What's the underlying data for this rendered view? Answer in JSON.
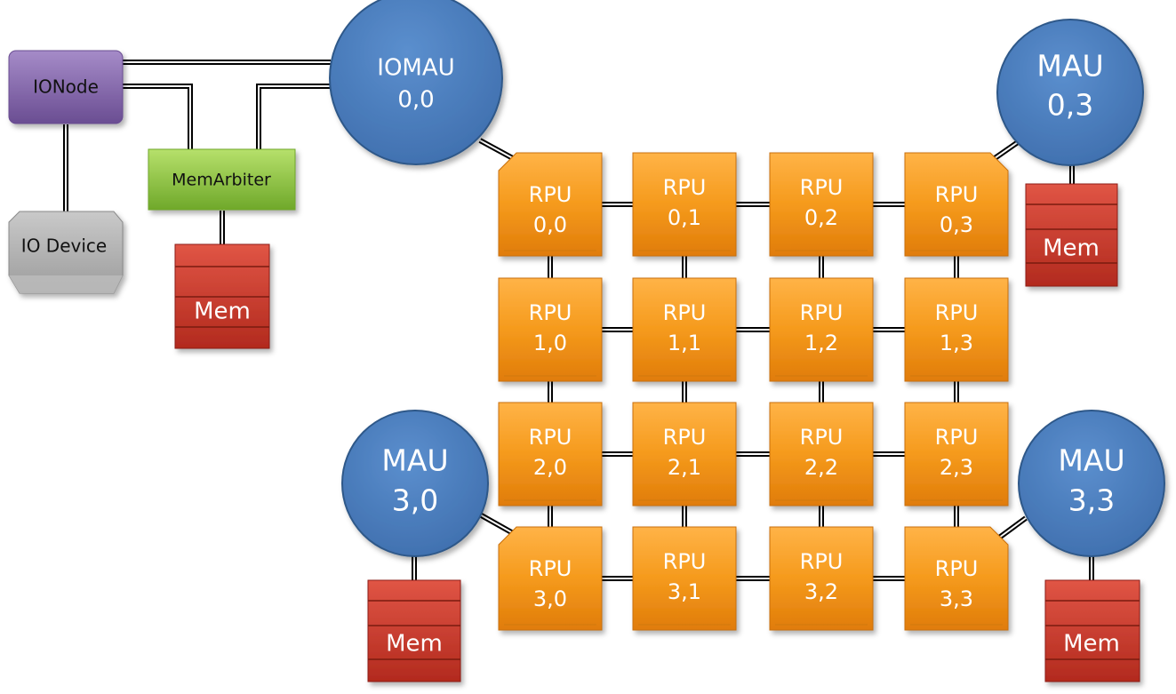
{
  "ionode": {
    "label": "IONode"
  },
  "io_device": {
    "label": "IO Device"
  },
  "mem_arbiter": {
    "label": "MemArbiter"
  },
  "iomau": {
    "line1": "IOMAU",
    "line2": "0,0"
  },
  "maus": [
    {
      "line1": "MAU",
      "line2": "0,3"
    },
    {
      "line1": "MAU",
      "line2": "3,0"
    },
    {
      "line1": "MAU",
      "line2": "3,3"
    }
  ],
  "mems": [
    {
      "label": "Mem"
    },
    {
      "label": "Mem"
    },
    {
      "label": "Mem"
    },
    {
      "label": "Mem"
    }
  ],
  "rpus": [
    {
      "line1": "RPU",
      "line2": "0,0"
    },
    {
      "line1": "RPU",
      "line2": "0,1"
    },
    {
      "line1": "RPU",
      "line2": "0,2"
    },
    {
      "line1": "RPU",
      "line2": "0,3"
    },
    {
      "line1": "RPU",
      "line2": "1,0"
    },
    {
      "line1": "RPU",
      "line2": "1,1"
    },
    {
      "line1": "RPU",
      "line2": "1,2"
    },
    {
      "line1": "RPU",
      "line2": "1,3"
    },
    {
      "line1": "RPU",
      "line2": "2,0"
    },
    {
      "line1": "RPU",
      "line2": "2,1"
    },
    {
      "line1": "RPU",
      "line2": "2,2"
    },
    {
      "line1": "RPU",
      "line2": "2,3"
    },
    {
      "line1": "RPU",
      "line2": "3,0"
    },
    {
      "line1": "RPU",
      "line2": "3,1"
    },
    {
      "line1": "RPU",
      "line2": "3,2"
    },
    {
      "line1": "RPU",
      "line2": "3,3"
    }
  ],
  "colors": {
    "rpu": "#f59a1c",
    "mau": "#4f81bd",
    "ionode": "#8064a2",
    "mem_arbiter": "#8cc63f",
    "io_device": "#a6a6a6",
    "mem": "#c0392b"
  }
}
